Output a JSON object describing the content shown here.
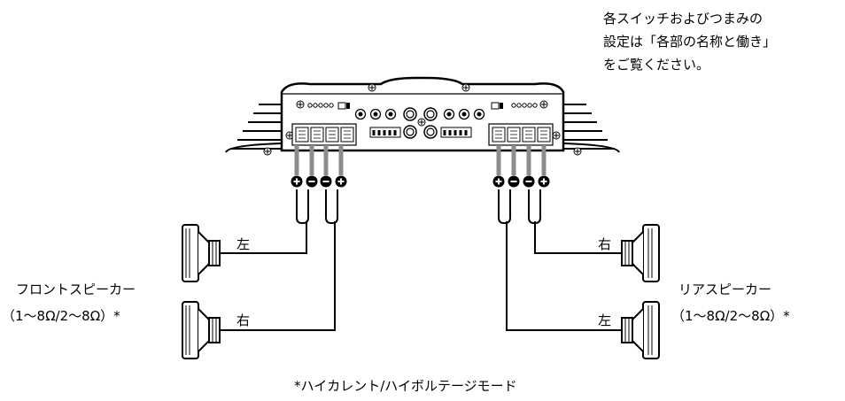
{
  "note": {
    "lines": [
      "各スイッチおよびつまみの",
      "設定は「各部の名称と働き」",
      "をご覧ください。"
    ]
  },
  "front": {
    "name": "フロントスピーカー",
    "impedance": "（1～8Ω/2～8Ω）*",
    "top_channel": "左",
    "bottom_channel": "右"
  },
  "rear": {
    "name": "リアスピーカー",
    "impedance": "（1～8Ω/2～8Ω）*",
    "top_channel": "右",
    "bottom_channel": "左"
  },
  "terminal_polarity": [
    "+",
    "−",
    "−",
    "+"
  ],
  "footnote": "*ハイカレント/ハイボルテージモード"
}
